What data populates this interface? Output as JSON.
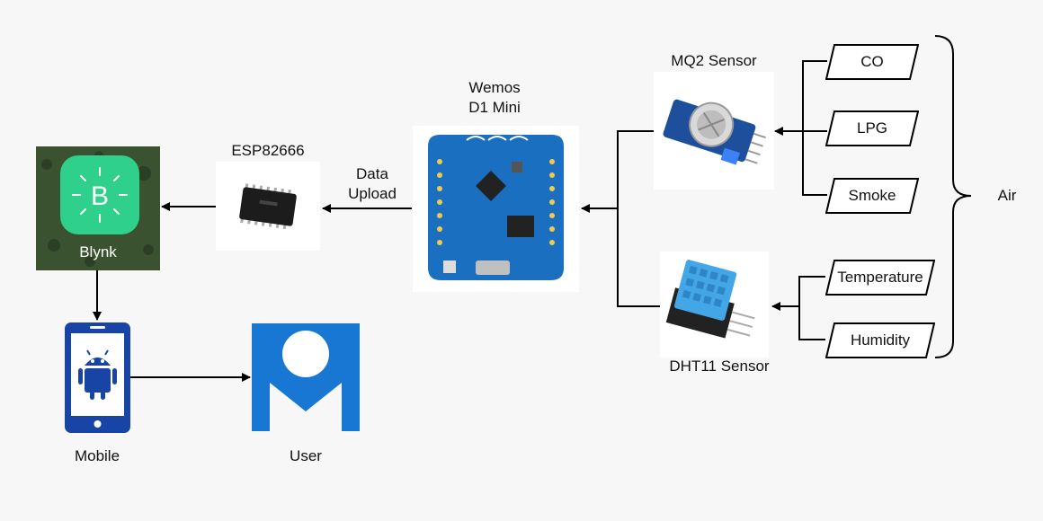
{
  "nodes": {
    "blynk": {
      "label": "Blynk"
    },
    "esp": {
      "label": "ESP82666"
    },
    "upload": {
      "line1": "Data",
      "line2": "Upload"
    },
    "wemos": {
      "line1": "Wemos",
      "line2": "D1 Mini"
    },
    "mq2": {
      "label": "MQ2 Sensor"
    },
    "dht": {
      "label": "DHT11 Sensor"
    },
    "mobile": {
      "label": "Mobile"
    },
    "user": {
      "label": "User"
    },
    "air": {
      "label": "Air"
    }
  },
  "gases": [
    "CO",
    "LPG",
    "Smoke"
  ],
  "climate": [
    "Temperature",
    "Humidity"
  ],
  "colors": {
    "board_blue": "#1b6fc0",
    "blynk_green": "#2fcf8c",
    "mobile_blue": "#1844a6",
    "user_blue": "#1877d2",
    "sensor_blue": "#43a6e6"
  }
}
